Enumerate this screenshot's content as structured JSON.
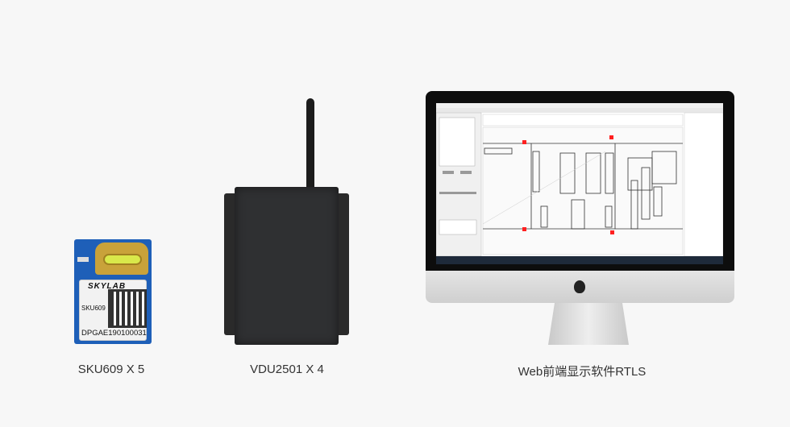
{
  "products": [
    {
      "caption": "SKU609 X 5",
      "logo_text": "SKYLAB",
      "model_text": "SKU609",
      "serial_text": "DPGAE190100031"
    },
    {
      "caption": "VDU2501 X 4"
    },
    {
      "caption": "Web前端显示软件RTLS"
    }
  ],
  "colors": {
    "module_pcb": "#1e5fb8",
    "gateway": "#2f3032",
    "marker": "#ff2020"
  }
}
